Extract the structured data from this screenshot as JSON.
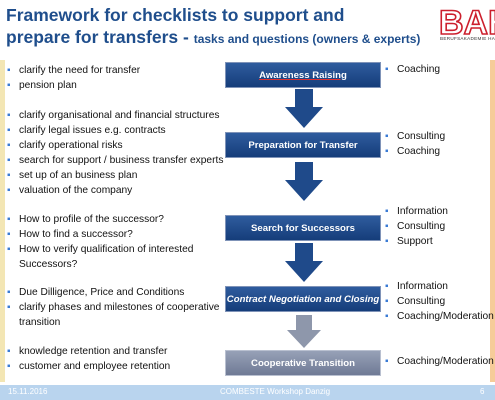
{
  "title": {
    "line1": "Framework  for checklists to support and",
    "line2_main": "prepare for transfers - ",
    "line2_sub": "tasks and questions (owners & experts)"
  },
  "logo": {
    "letters": "BAH",
    "caption": "BERUFSAKADEMIE HAMBURG"
  },
  "colors": {
    "title": "#1f4e8c",
    "stage_blue": "#1f4a8a",
    "stage_grey": "#7d88a3",
    "arrow_blue": "#1f4a8a",
    "arrow_grey": "#8e97ab",
    "bullet": "#3a7bd5",
    "footer": "#b9d4ee",
    "logo_red": "#cc1f2d"
  },
  "stages": [
    {
      "label": "Awareness Raising",
      "tasks": [
        "clarify the need for transfer",
        "pension plan"
      ],
      "support": [
        "Coaching"
      ]
    },
    {
      "label": "Preparation for Transfer",
      "tasks": [
        "clarify organisational and financial structures",
        "clarify legal issues e.g.  contracts",
        "clarify operational risks",
        "search for support / business transfer experts",
        "set up of an business plan",
        "valuation of the company"
      ],
      "support": [
        "Consulting",
        "Coaching"
      ]
    },
    {
      "label": "Search for  Successors",
      "tasks": [
        "How to profile of the successor?",
        "How to find a successor?",
        "How to verify qualification of interested Successors?"
      ],
      "support": [
        "Information",
        "Consulting",
        "Support"
      ]
    },
    {
      "label": "Contract Negotiation and Closing",
      "tasks": [
        "Due Dilligence, Price and Conditions",
        "clarify phases and milestones of cooperative transition"
      ],
      "support": [
        "Information",
        "Consulting",
        "Coaching/Moderation"
      ]
    },
    {
      "label": "Cooperative Transition",
      "tasks": [
        "knowledge retention and transfer",
        "customer and employee retention"
      ],
      "support": [
        "Coaching/Moderation"
      ]
    }
  ],
  "footer": {
    "date": "15.11.2016",
    "event": "COMBESTE  Workshop  Danzig",
    "page": "6"
  }
}
